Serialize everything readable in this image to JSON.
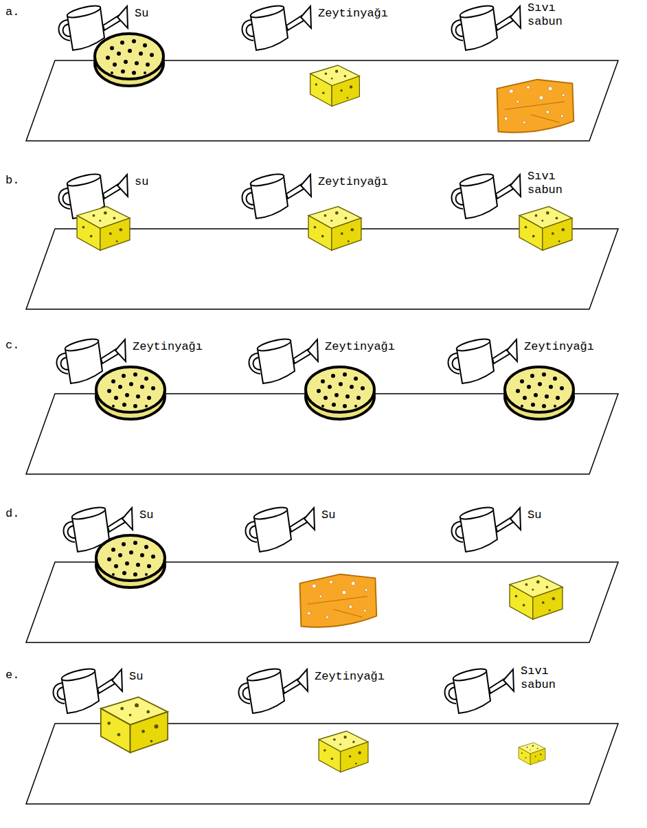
{
  "diagram": {
    "labels": [
      "a.",
      "Su",
      "Zeytinyağı",
      "Sıvı sabun",
      "b.",
      "su",
      "Zeytinyağı",
      "Sıvı sabun",
      "c.",
      "Zeytinyağı",
      "Zeytinyağı",
      "Zeytinyağı",
      "d.",
      "Su",
      "Su",
      "Su",
      "e.",
      "Su",
      "Zeytinyağı",
      "Sıvı sabun"
    ]
  }
}
